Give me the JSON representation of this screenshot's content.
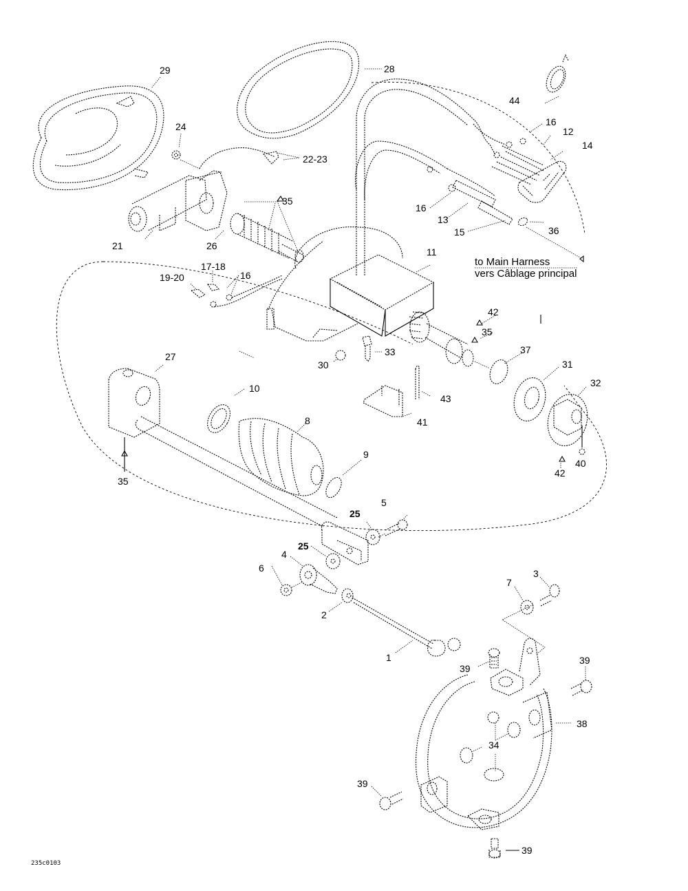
{
  "diagram": {
    "type": "exploded-parts-diagram",
    "drawing_code": "235c0103",
    "note": {
      "line1": "to Main Harness",
      "line2": "vers Câblage principal"
    },
    "callouts": [
      {
        "id": "c1",
        "label": "1"
      },
      {
        "id": "c2",
        "label": "2"
      },
      {
        "id": "c3",
        "label": "3"
      },
      {
        "id": "c4",
        "label": "4"
      },
      {
        "id": "c5",
        "label": "5"
      },
      {
        "id": "c6",
        "label": "6"
      },
      {
        "id": "c7",
        "label": "7"
      },
      {
        "id": "c8",
        "label": "8"
      },
      {
        "id": "c9",
        "label": "9"
      },
      {
        "id": "c10",
        "label": "10"
      },
      {
        "id": "c11",
        "label": "11"
      },
      {
        "id": "c12",
        "label": "12"
      },
      {
        "id": "c13",
        "label": "13"
      },
      {
        "id": "c14",
        "label": "14"
      },
      {
        "id": "c15",
        "label": "15"
      },
      {
        "id": "c16a",
        "label": "16"
      },
      {
        "id": "c16b",
        "label": "16"
      },
      {
        "id": "c16c",
        "label": "16"
      },
      {
        "id": "c17",
        "label": "17-18"
      },
      {
        "id": "c19",
        "label": "19-20"
      },
      {
        "id": "c21",
        "label": "21"
      },
      {
        "id": "c22",
        "label": "22-23"
      },
      {
        "id": "c24",
        "label": "24"
      },
      {
        "id": "c25a",
        "label": "25"
      },
      {
        "id": "c25b",
        "label": "25"
      },
      {
        "id": "c26",
        "label": "26"
      },
      {
        "id": "c27",
        "label": "27"
      },
      {
        "id": "c28",
        "label": "28"
      },
      {
        "id": "c29",
        "label": "29"
      },
      {
        "id": "c30",
        "label": "30"
      },
      {
        "id": "c31",
        "label": "31"
      },
      {
        "id": "c32",
        "label": "32"
      },
      {
        "id": "c33",
        "label": "33"
      },
      {
        "id": "c34",
        "label": "34"
      },
      {
        "id": "c35a",
        "label": "35"
      },
      {
        "id": "c35b",
        "label": "35"
      },
      {
        "id": "c35c",
        "label": "35"
      },
      {
        "id": "c36",
        "label": "36"
      },
      {
        "id": "c37",
        "label": "37"
      },
      {
        "id": "c38",
        "label": "38"
      },
      {
        "id": "c39a",
        "label": "39"
      },
      {
        "id": "c39b",
        "label": "39"
      },
      {
        "id": "c39c",
        "label": "39"
      },
      {
        "id": "c39d",
        "label": "39"
      },
      {
        "id": "c40",
        "label": "40"
      },
      {
        "id": "c41",
        "label": "41"
      },
      {
        "id": "c42a",
        "label": "42"
      },
      {
        "id": "c42b",
        "label": "42"
      },
      {
        "id": "c43",
        "label": "43"
      },
      {
        "id": "c44",
        "label": "44"
      }
    ]
  }
}
